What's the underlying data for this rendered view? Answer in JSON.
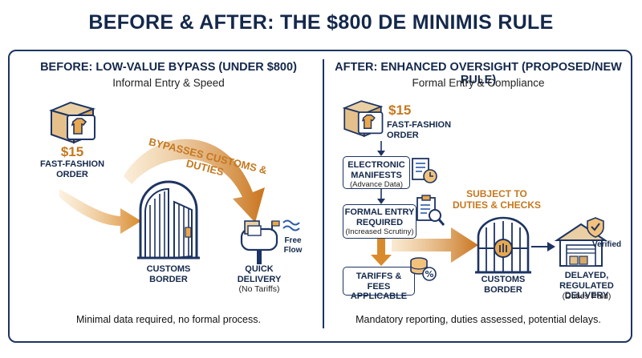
{
  "title": "BEFORE & AFTER: THE $800 DE MINIMIS RULE",
  "before": {
    "heading": "BEFORE: LOW-VALUE BYPASS (UNDER $800)",
    "subheading": "Informal Entry & Speed",
    "price": "$15",
    "order_label": "FAST-FASHION ORDER",
    "bypass_text": "BYPASSES CUSTOMS & DUTIES",
    "border_label": "CUSTOMS BORDER",
    "delivery_label": "QUICK DELIVERY",
    "delivery_note": "(No Tariffs)",
    "flow_label": "Free Flow",
    "footer": "Minimal data required, no formal process."
  },
  "after": {
    "heading": "AFTER: ENHANCED OVERSIGHT (PROPOSED/NEW RULE)",
    "subheading": "Formal Entry & Compliance",
    "price": "$15",
    "order_label": "FAST-FASHION ORDER",
    "steps": [
      {
        "title": "ELECTRONIC MANIFESTS",
        "note": "(Advance Data)"
      },
      {
        "title": "FORMAL ENTRY REQUIRED",
        "note": "(Increased Scrutiny)"
      },
      {
        "title": "TARIFFS & FEES APPLICABLE",
        "note": ""
      }
    ],
    "subject_text": "SUBJECT TO DUTIES & CHECKS",
    "border_label": "CUSTOMS BORDER",
    "verified_label": "Verified",
    "delivery_label": "DELAYED, REGULATED DELIVERY",
    "delivery_note": "(Duties Paid)",
    "footer": "Mandatory reporting, duties assessed, potential delays."
  },
  "colors": {
    "navy": "#14284b",
    "orange": "#c4781f",
    "light_orange": "#f2c27d"
  }
}
